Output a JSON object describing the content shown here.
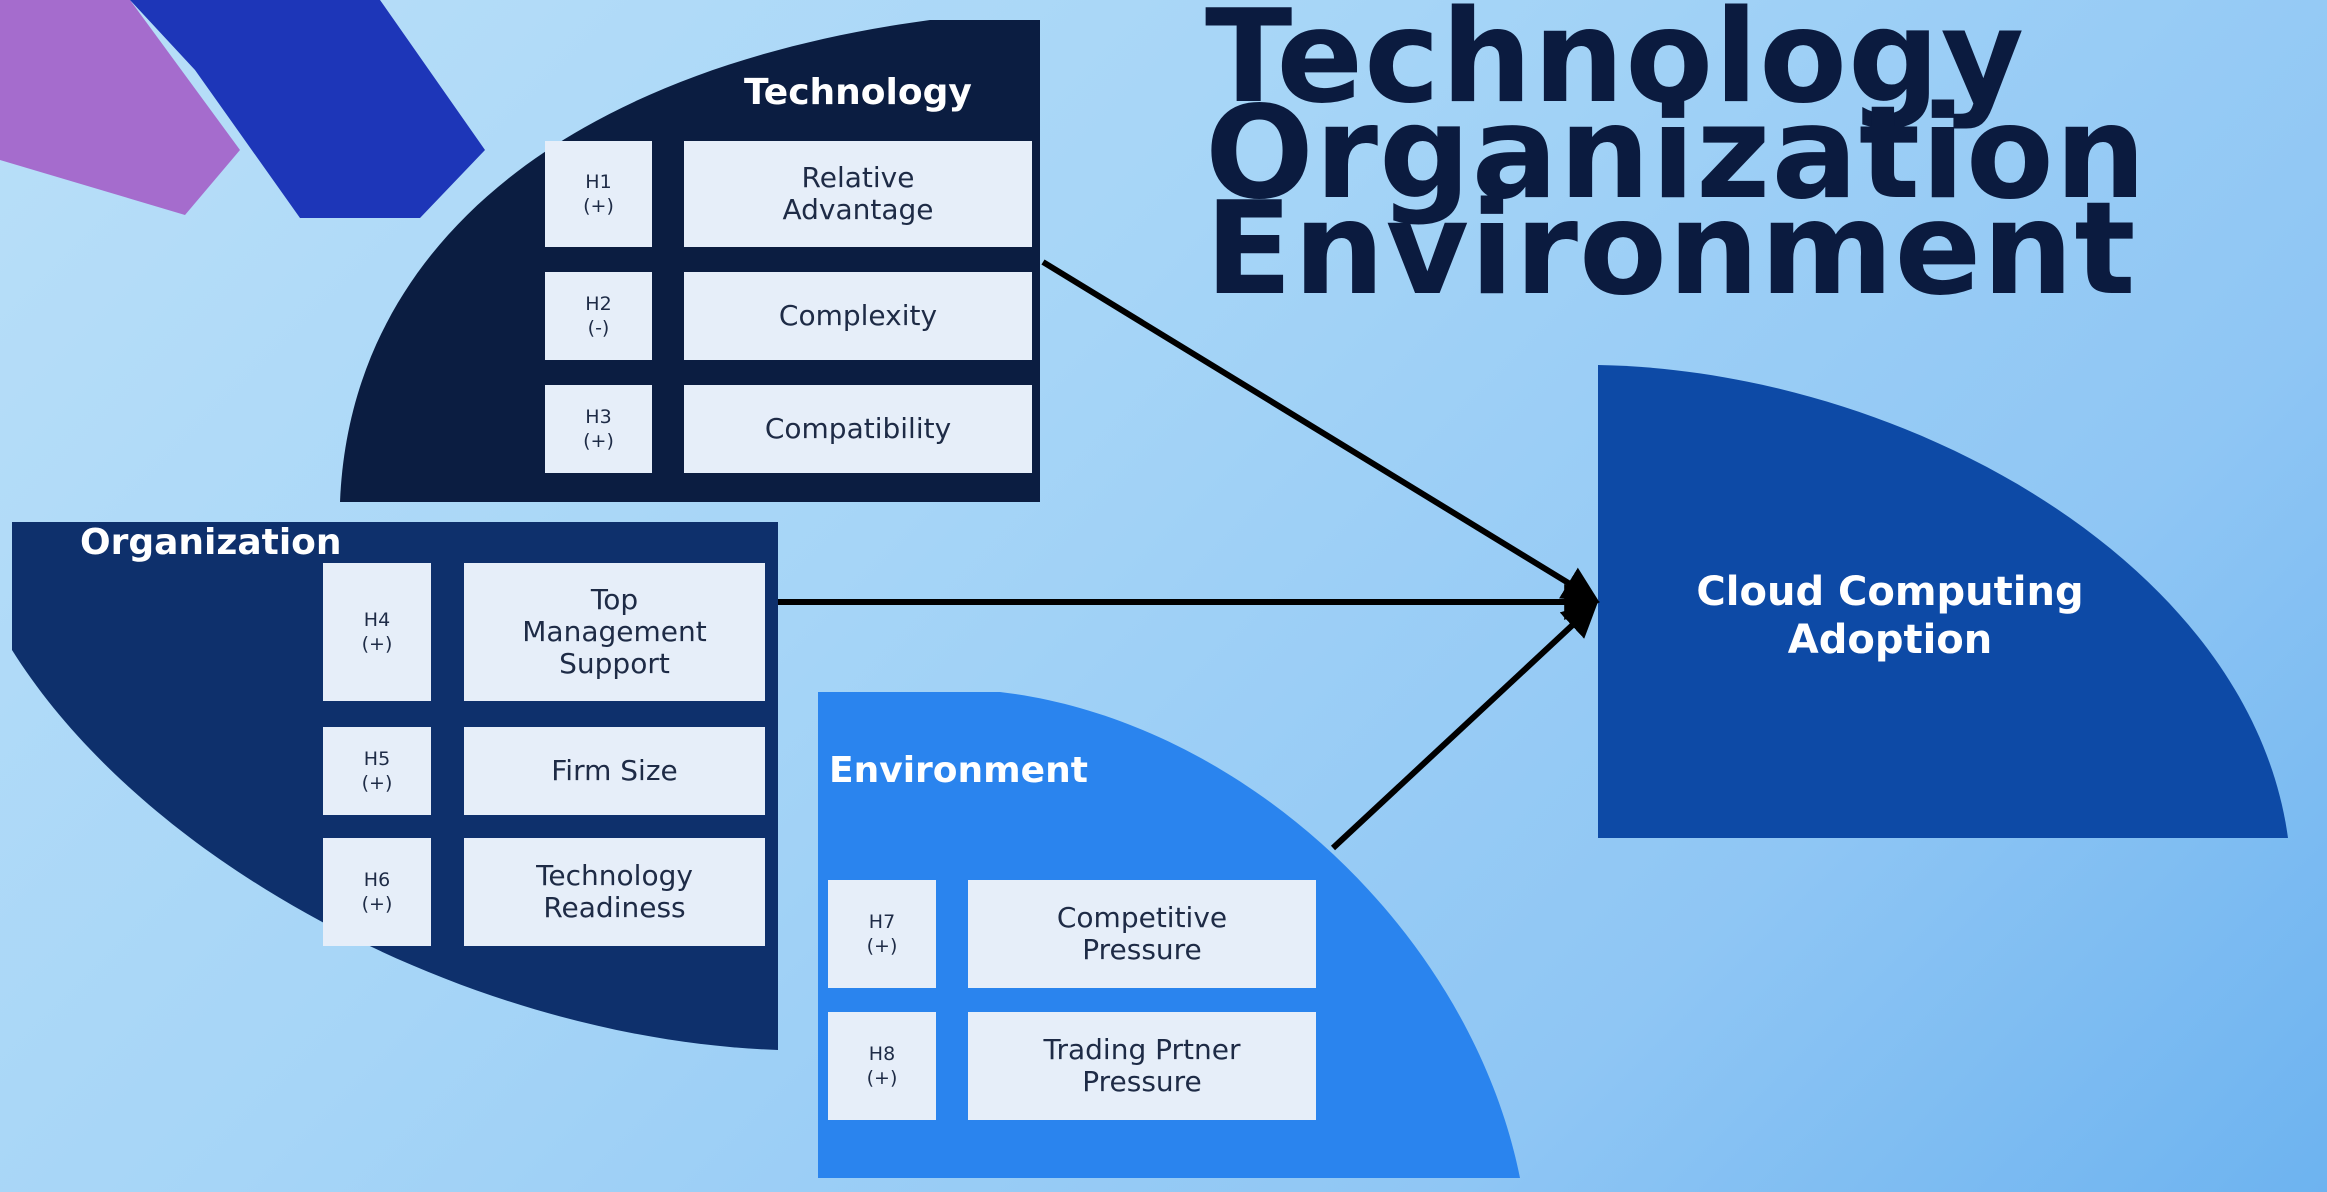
{
  "title": {
    "line1": "Technology",
    "line2": "Organization",
    "line3": "Environment"
  },
  "colors": {
    "technology_panel": "#0b1d41",
    "organization_panel": "#0e306c",
    "environment_panel": "#2a84ee",
    "outcome_panel": "#0d4aa6",
    "box_fill": "#e6eef9",
    "arrow": "#000000"
  },
  "technology": {
    "title": "Technology",
    "items": [
      {
        "h_id": "H1",
        "h_sign": "(+)",
        "label": "Relative\nAdvantage"
      },
      {
        "h_id": "H2",
        "h_sign": "(-)",
        "label": "Complexity"
      },
      {
        "h_id": "H3",
        "h_sign": "(+)",
        "label": "Compatibility"
      }
    ]
  },
  "organization": {
    "title": "Organization",
    "items": [
      {
        "h_id": "H4",
        "h_sign": "(+)",
        "label": "Top\nManagement\nSupport"
      },
      {
        "h_id": "H5",
        "h_sign": "(+)",
        "label": "Firm Size"
      },
      {
        "h_id": "H6",
        "h_sign": "(+)",
        "label": "Technology\nReadiness"
      }
    ]
  },
  "environment": {
    "title": "Environment",
    "items": [
      {
        "h_id": "H7",
        "h_sign": "(+)",
        "label": "Competitive\nPressure"
      },
      {
        "h_id": "H8",
        "h_sign": "(+)",
        "label": "Trading Prtner\nPressure"
      }
    ]
  },
  "outcome": {
    "label": "Cloud Computing\nAdoption"
  }
}
